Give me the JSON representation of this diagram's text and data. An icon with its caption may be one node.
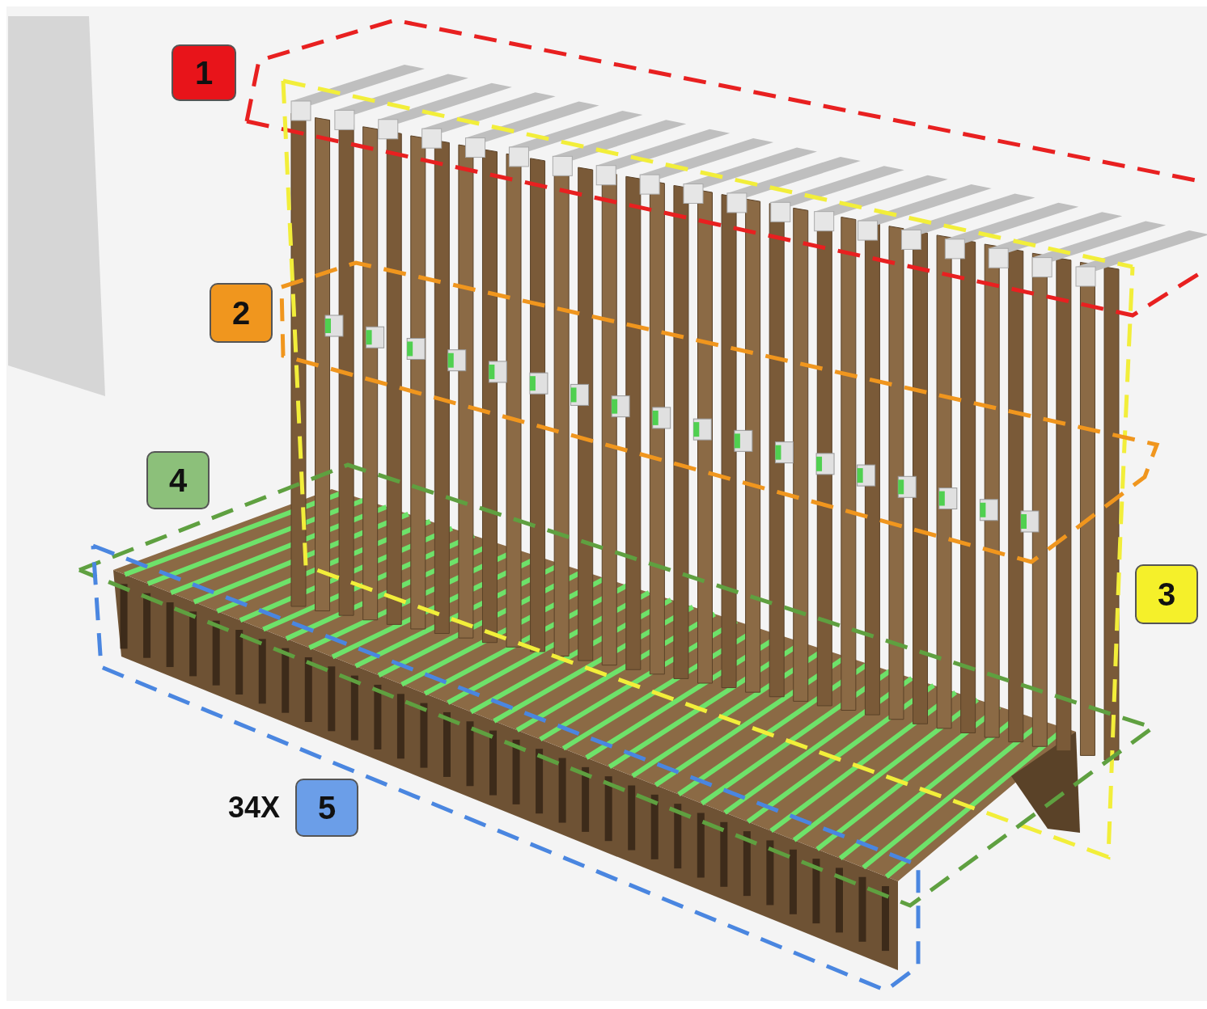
{
  "diagram": {
    "labels": [
      "1",
      "2",
      "4",
      "3",
      "34X",
      "5"
    ]
  }
}
